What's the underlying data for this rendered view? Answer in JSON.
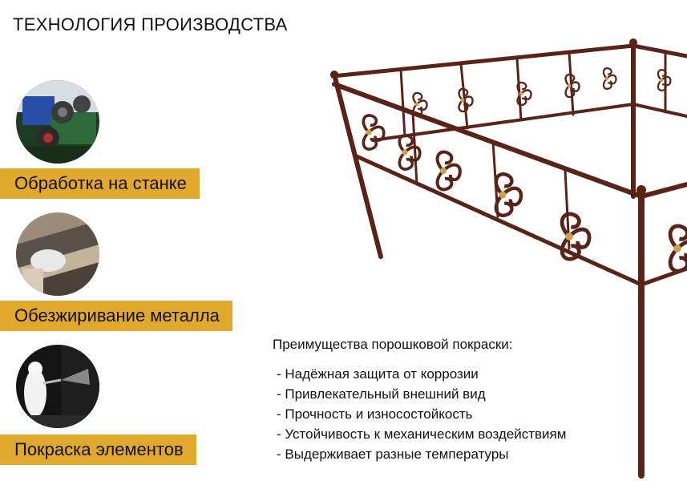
{
  "title": "ТЕХНОЛОГИЯ ПРОИЗВОДСТВА",
  "steps": [
    {
      "label": "Обработка на станке",
      "icon": "machining-photo"
    },
    {
      "label": "Обезжиривание металла",
      "icon": "degreasing-photo"
    },
    {
      "label": "Покраска элементов",
      "icon": "painting-photo"
    }
  ],
  "benefits": {
    "title": "Преимущества порошковой покраски:",
    "items": [
      "- Надёжная защита от коррозии",
      "- Привлекательный внешний вид",
      "- Прочность и износостойкость",
      "- Устойчивость к механическим воздействиям",
      "- Выдерживает разные температуры"
    ]
  },
  "colors": {
    "label_bg": "#e1a82e",
    "fence_metal": "#5a2318",
    "fence_accent": "#c9a14a"
  }
}
